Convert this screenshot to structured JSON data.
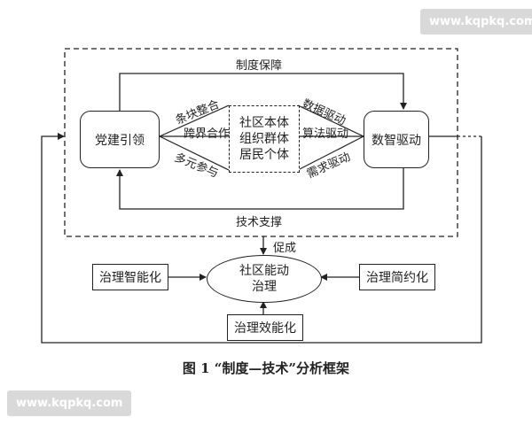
{
  "watermark_top": "www.kqpkq.com",
  "watermark_bottom": "www.kqpkq.com",
  "nodes": {
    "party": "党建引领",
    "digital": "数智驱动",
    "center_lines": [
      "社区本体",
      "组织群体",
      "居民个体"
    ],
    "outcome_lines": [
      "社区能动",
      "治理"
    ],
    "left_box": "治理智能化",
    "right_box": "治理简约化",
    "bottom_box": "治理效能化"
  },
  "edges": {
    "top": "制度保障",
    "bottom": "技术支撑",
    "left_upper": "条块整合",
    "left_mid": "跨界合作",
    "left_lower": "多元参与",
    "right_upper": "数据驱动",
    "right_mid": "算法驱动",
    "right_lower": "需求驱动",
    "promote": "促成"
  },
  "caption": "图 1  “制度—技术”分析框架"
}
